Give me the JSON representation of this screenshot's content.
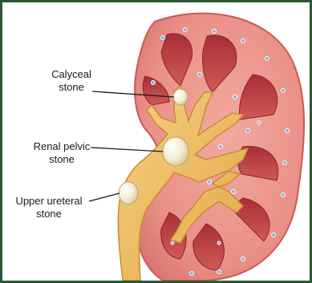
{
  "labels": {
    "calyceal": {
      "line1": "Calyceal",
      "line2": "stone"
    },
    "renal_pelvic": {
      "line1": "Renal pelvic",
      "line2": "stone"
    },
    "upper_ureteral": {
      "line1": "Upper ureteral",
      "line2": "stone"
    }
  },
  "colors": {
    "frame": "#2a5a34",
    "cortex": "#e98f86",
    "cortex_edge": "#c85a58",
    "medulla": "#bd3b3f",
    "pelvis": "#efbd62",
    "pelvis_edge": "#c98d33",
    "stone": "#f3ecd2",
    "vessel_dot": "#7ab3e8"
  }
}
